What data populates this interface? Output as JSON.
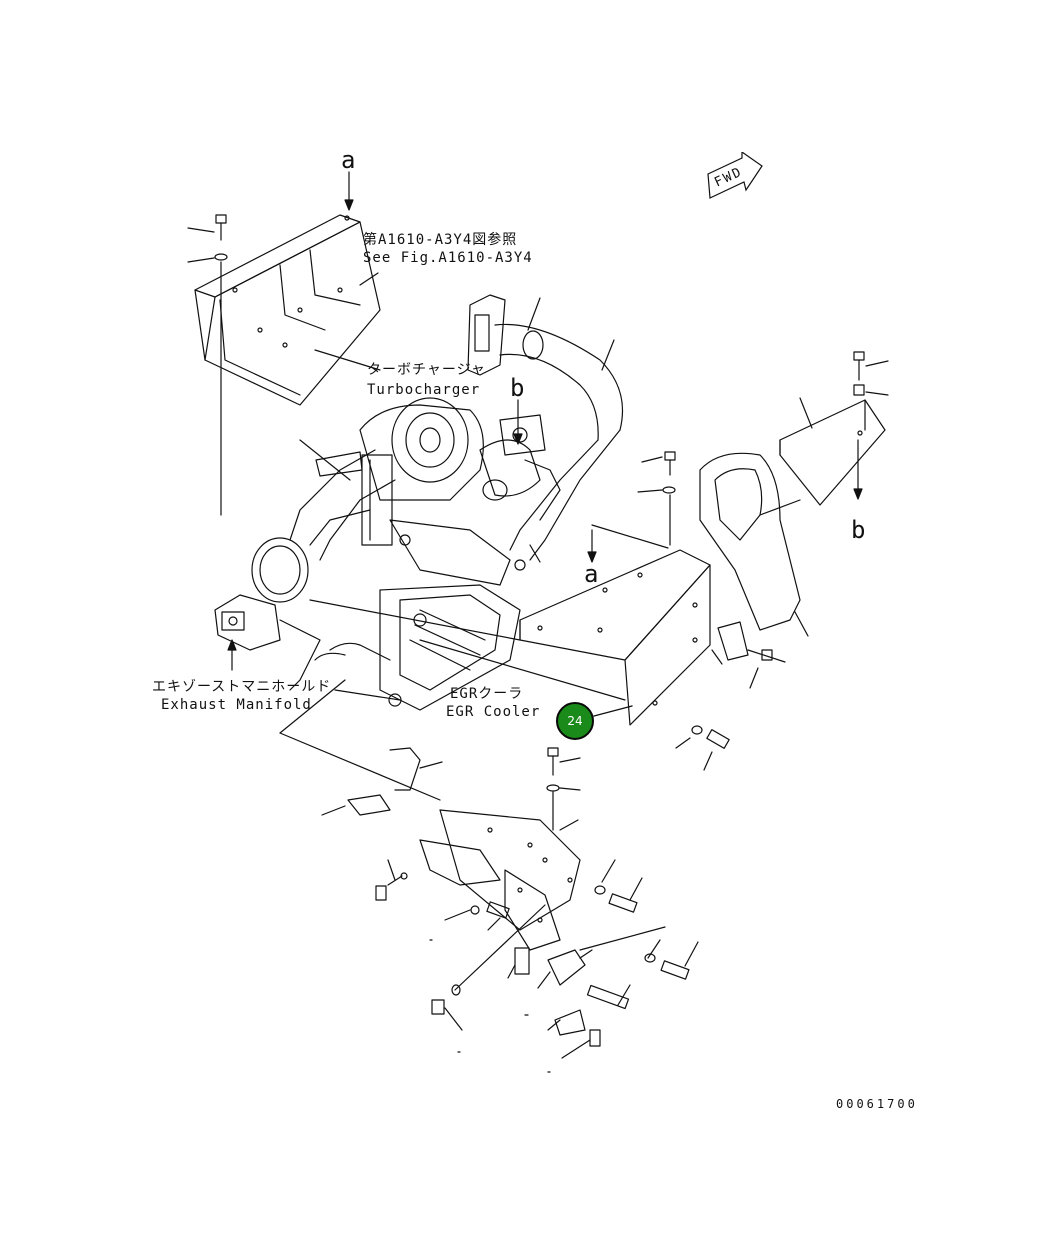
{
  "labels": {
    "ref_a_top": "a",
    "ref_a_mid": "a",
    "ref_b_top": "b",
    "ref_b_right": "b",
    "see_fig_jp": "第A1610-A3Y4図参照",
    "see_fig_en": "See Fig.A1610-A3Y4",
    "turbo_jp": "ターボチャージャ",
    "turbo_en": "Turbocharger",
    "exhaust_jp": "エキゾーストマニホールド",
    "exhaust_en": "Exhaust Manifold",
    "egr_jp": "EGRクーラ",
    "egr_en": "EGR Cooler"
  },
  "fwd_marker": {
    "text": "FWD"
  },
  "callout": {
    "number": "24",
    "color": "#1a8a1a"
  },
  "drawing_code": "00061700",
  "colors": {
    "line": "#111111",
    "callout_fill": "#1a8a1a"
  }
}
